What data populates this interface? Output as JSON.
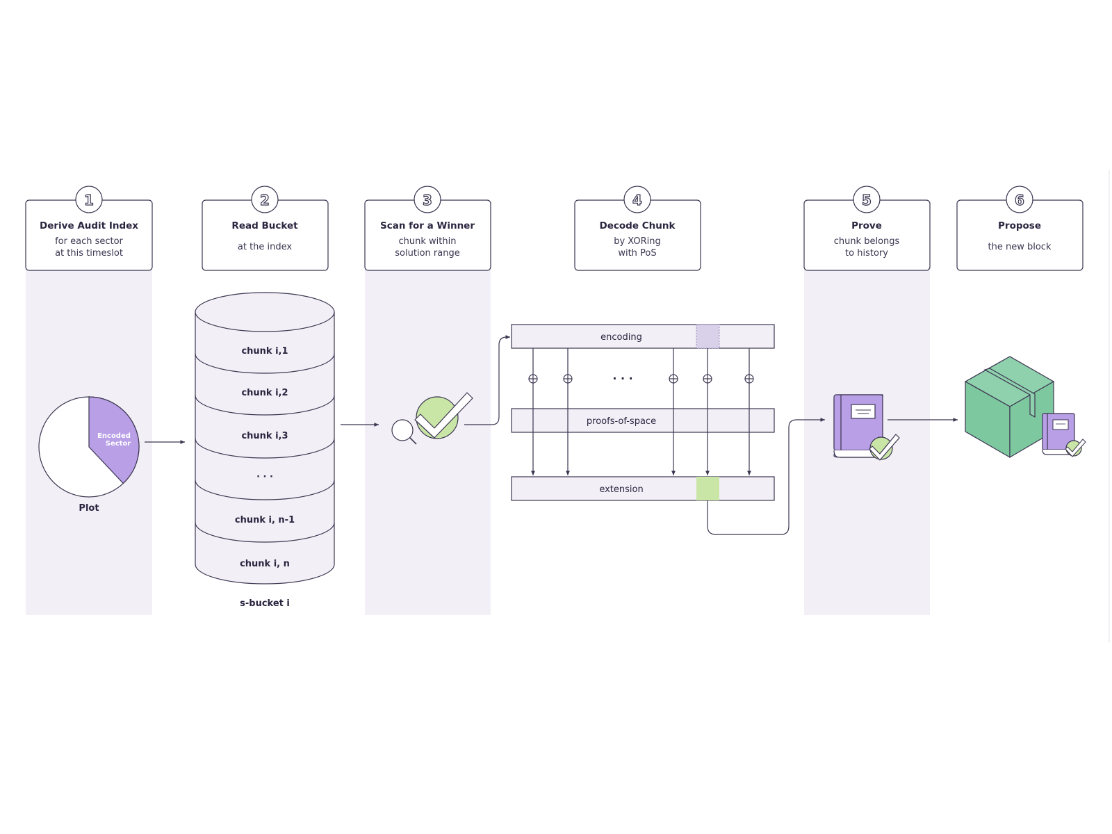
{
  "steps": [
    {
      "number": "1",
      "title": "Derive Audit Index",
      "subtitle": [
        "for each sector",
        "at this timeslot"
      ]
    },
    {
      "number": "2",
      "title": "Read Bucket",
      "subtitle": [
        "at the index"
      ]
    },
    {
      "number": "3",
      "title": "Scan for a Winner",
      "subtitle": [
        "chunk within",
        "solution range"
      ]
    },
    {
      "number": "4",
      "title": "Decode Chunk",
      "subtitle": [
        "by XORing",
        "with PoS"
      ]
    },
    {
      "number": "5",
      "title": "Prove",
      "subtitle": [
        "chunk belongs",
        "to history"
      ]
    },
    {
      "number": "6",
      "title": "Propose",
      "subtitle": [
        "the new block"
      ]
    }
  ],
  "plot": {
    "label": "Plot",
    "slice_label": [
      "Encoded",
      "Sector"
    ],
    "slice_fraction": 0.38
  },
  "bucket": {
    "label": "s-bucket i",
    "chunks": [
      "chunk i,1",
      "chunk i,2",
      "chunk i,3",
      "· · ·",
      "chunk i, n-1",
      "chunk i, n"
    ]
  },
  "decode": {
    "encoding": "encoding",
    "pos": "proofs-of-space",
    "extension": "extension",
    "xor_ellipsis": "· · ·"
  },
  "colors": {
    "purple": "#b89fe6",
    "green": "#7ec8a0",
    "light_green": "#c9e6a6",
    "column_bg": "#f2f0f6",
    "stroke": "#3b3550"
  },
  "icons": [
    "magnifier-icon",
    "checkmark-icon",
    "book-icon",
    "package-icon"
  ]
}
